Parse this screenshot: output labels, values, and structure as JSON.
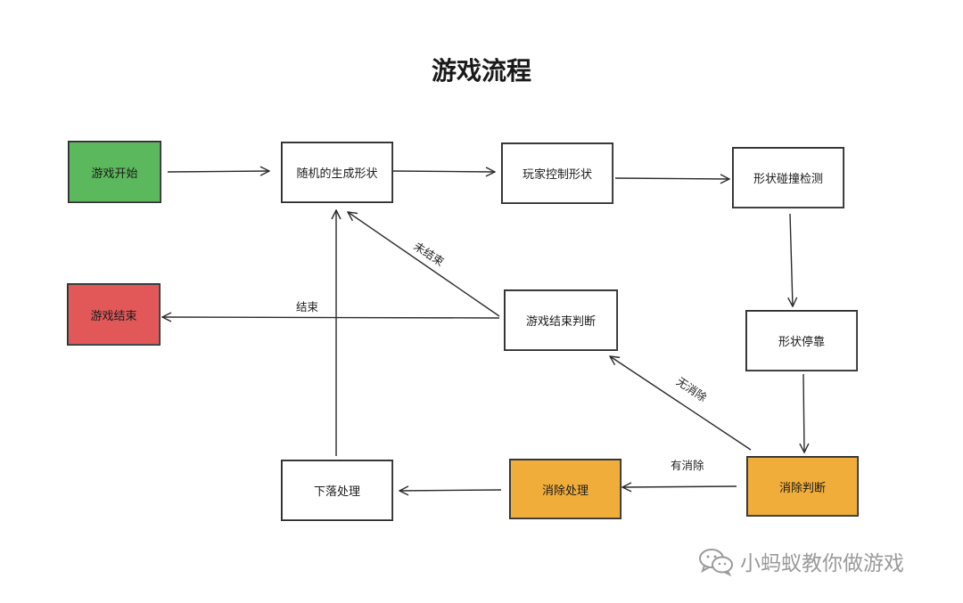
{
  "title": "游戏流程",
  "colors": {
    "start": "#5cb85c",
    "end": "#e25858",
    "highlight": "#f0ad3a",
    "stroke": "#2b2b2b"
  },
  "nodes": {
    "start": "游戏开始",
    "end": "游戏结束",
    "random_shape": "随机的生成形状",
    "player_control": "玩家控制形状",
    "collision_check": "形状碰撞检测",
    "game_over_check": "游戏结束判断",
    "shape_dock": "形状停靠",
    "drop_process": "下落处理",
    "clear_process": "消除处理",
    "clear_check": "消除判断"
  },
  "edge_labels": {
    "not_over": "未结束",
    "over": "结束",
    "no_clear": "无消除",
    "has_clear": "有消除"
  },
  "watermark": {
    "icon": "wechat-icon",
    "text": "小蚂蚁教你做游戏"
  }
}
